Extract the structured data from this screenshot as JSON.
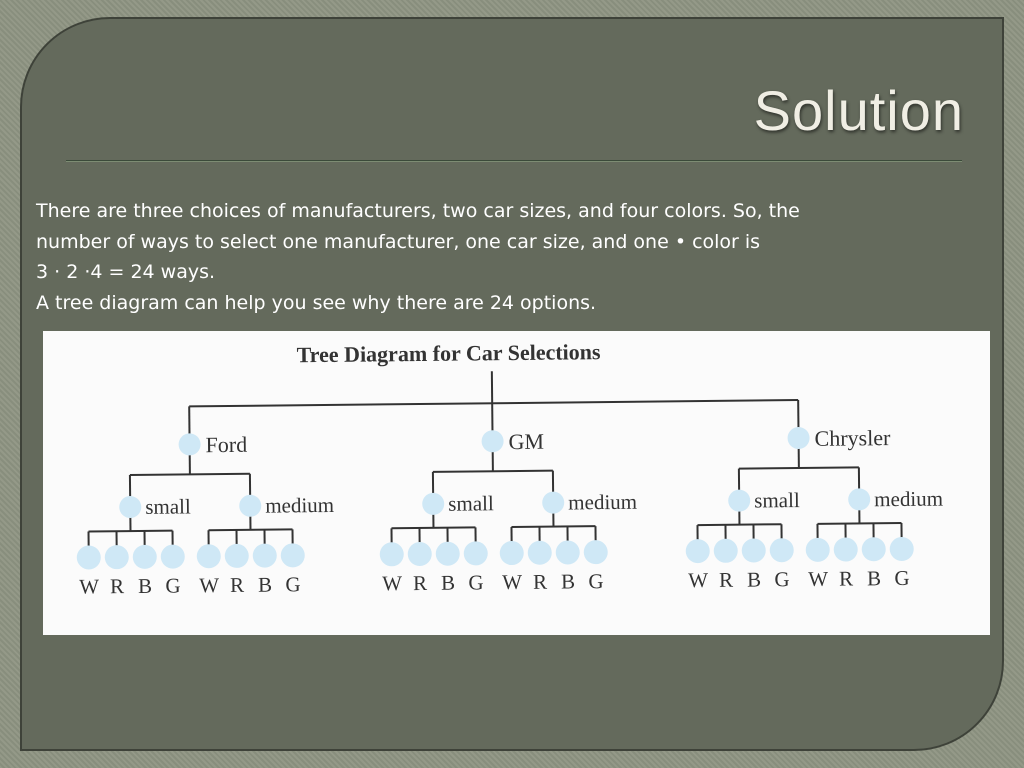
{
  "slide": {
    "title": "Solution",
    "body": [
      "There are three choices of manufacturers, two car sizes, and four colors. So, the",
      "number of ways to select one manufacturer, one car size, and one • color is",
      "3 · 2 ·4 = 24 ways.",
      "A tree diagram can help you see why there are 24 options."
    ]
  },
  "diagram": {
    "title": "Tree Diagram for Car Selections",
    "manufacturers": [
      {
        "name": "Ford",
        "sizes": [
          {
            "name": "small",
            "colors": [
              "W",
              "R",
              "B",
              "G"
            ]
          },
          {
            "name": "medium",
            "colors": [
              "W",
              "R",
              "B",
              "G"
            ]
          }
        ]
      },
      {
        "name": "GM",
        "sizes": [
          {
            "name": "small",
            "colors": [
              "W",
              "R",
              "B",
              "G"
            ]
          },
          {
            "name": "medium",
            "colors": [
              "W",
              "R",
              "B",
              "G"
            ]
          }
        ]
      },
      {
        "name": "Chrysler",
        "sizes": [
          {
            "name": "small",
            "colors": [
              "W",
              "R",
              "B",
              "G"
            ]
          },
          {
            "name": "medium",
            "colors": [
              "W",
              "R",
              "B",
              "G"
            ]
          }
        ]
      }
    ],
    "colors": {
      "node": "#cfe8f6",
      "line": "#333333"
    }
  }
}
